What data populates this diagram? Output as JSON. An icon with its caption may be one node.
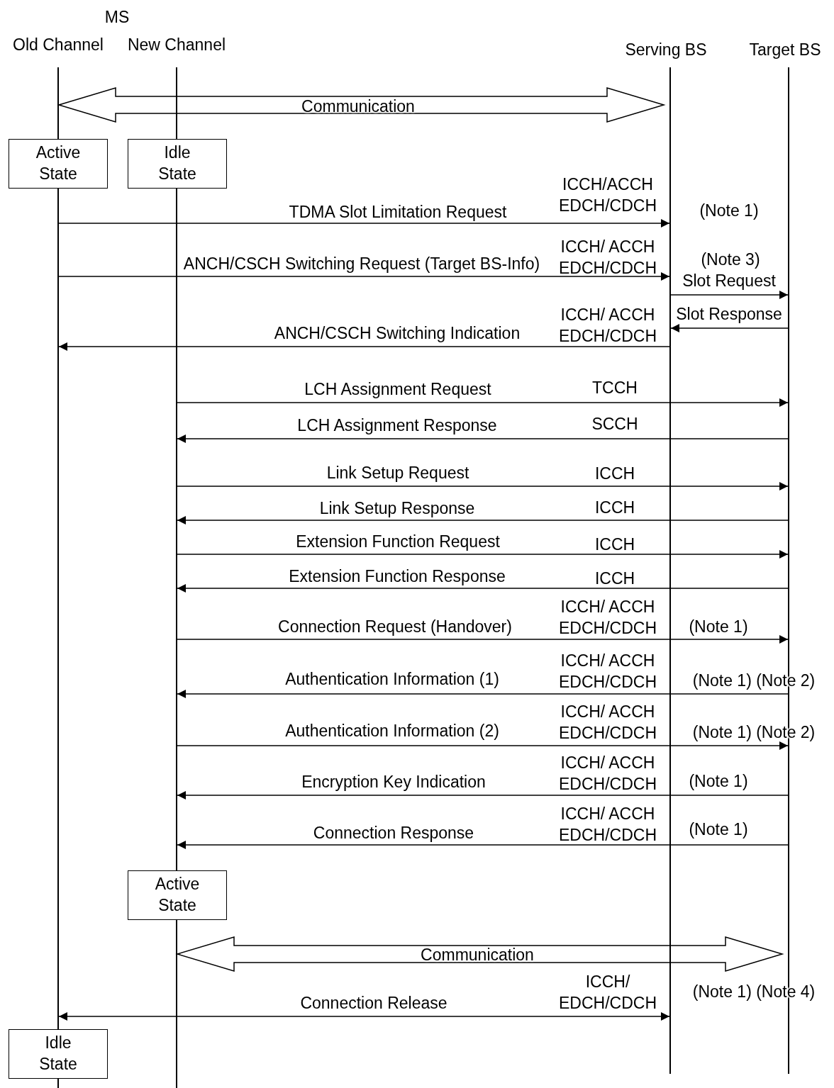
{
  "diagram": {
    "nodes": [
      {
        "text": [
          "Old Channel"
        ]
      },
      {
        "text": [
          "New Channel"
        ]
      },
      {
        "text": [
          "Serving BS"
        ]
      },
      {
        "text": [
          "Target BS"
        ]
      },
      {
        "text": [
          "Active State"
        ]
      },
      {
        "text": [
          "Idle State"
        ]
      },
      {
        "text": [
          "Active State"
        ]
      },
      {
        "text": [
          "Idle State"
        ]
      }
    ],
    "edges": [
      {
        "from": 0,
        "to": 2,
        "arrow": "both",
        "label": "Communication",
        "style": "thick"
      },
      {
        "from": 0,
        "to": 2,
        "arrow": "to",
        "label": "TDMA Slot Limitation Request"
      },
      {
        "from": 0,
        "to": 2,
        "arrow": "to",
        "label": "ANCH/CSCH Switching Request (Target BS-Info)"
      },
      {
        "from": 2,
        "to": 3,
        "arrow": "to",
        "label": "Slot Request"
      },
      {
        "from": 3,
        "to": 2,
        "arrow": "to",
        "label": "Slot Response"
      },
      {
        "from": 2,
        "to": 0,
        "arrow": "to",
        "label": "ANCH/CSCH Switching Indication"
      },
      {
        "from": 1,
        "to": 3,
        "arrow": "to",
        "label": "LCH Assignment Request"
      },
      {
        "from": 3,
        "to": 1,
        "arrow": "to",
        "label": "LCH Assignment Response"
      },
      {
        "from": 1,
        "to": 3,
        "arrow": "to",
        "label": "Link Setup Request"
      },
      {
        "from": 3,
        "to": 1,
        "arrow": "to",
        "label": "Link Setup Response"
      },
      {
        "from": 1,
        "to": 3,
        "arrow": "to",
        "label": "Extension Function Request"
      },
      {
        "from": 3,
        "to": 1,
        "arrow": "to",
        "label": "Extension Function Response"
      },
      {
        "from": 1,
        "to": 3,
        "arrow": "to",
        "label": "Connection Request (Handover)"
      },
      {
        "from": 3,
        "to": 1,
        "arrow": "to",
        "label": "Authentication Information (1)"
      },
      {
        "from": 1,
        "to": 3,
        "arrow": "to",
        "label": "Authentication Information (2)"
      },
      {
        "from": 3,
        "to": 1,
        "arrow": "to",
        "label": "Encryption Key Indication"
      },
      {
        "from": 3,
        "to": 1,
        "arrow": "to",
        "label": "Connection Response"
      },
      {
        "from": 1,
        "to": 3,
        "arrow": "both",
        "label": "Communication",
        "style": "thick"
      },
      {
        "from": 0,
        "to": 2,
        "arrow": "both",
        "label": "Connection Release"
      }
    ],
    "labels": [
      "MS",
      "ICCH/ACCH EDCH/CDCH",
      "(Note 1)",
      "ICCH/ ACCH EDCH/CDCH",
      "(Note 3)",
      "ICCH/ ACCH EDCH/CDCH",
      "TCCH",
      "SCCH",
      "ICCH",
      "ICCH",
      "ICCH",
      "ICCH",
      "ICCH/ ACCH EDCH/CDCH",
      "(Note 1)",
      "ICCH/ ACCH EDCH/CDCH",
      "(Note 1) (Note 2)",
      "ICCH/ ACCH EDCH/CDCH",
      "(Note 1) (Note 2)",
      "ICCH/ ACCH EDCH/CDCH",
      "(Note 1)",
      "ICCH/ ACCH EDCH/CDCH",
      "(Note 1)",
      "ICCH/ EDCH/CDCH",
      "(Note 1) (Note 4)"
    ]
  }
}
